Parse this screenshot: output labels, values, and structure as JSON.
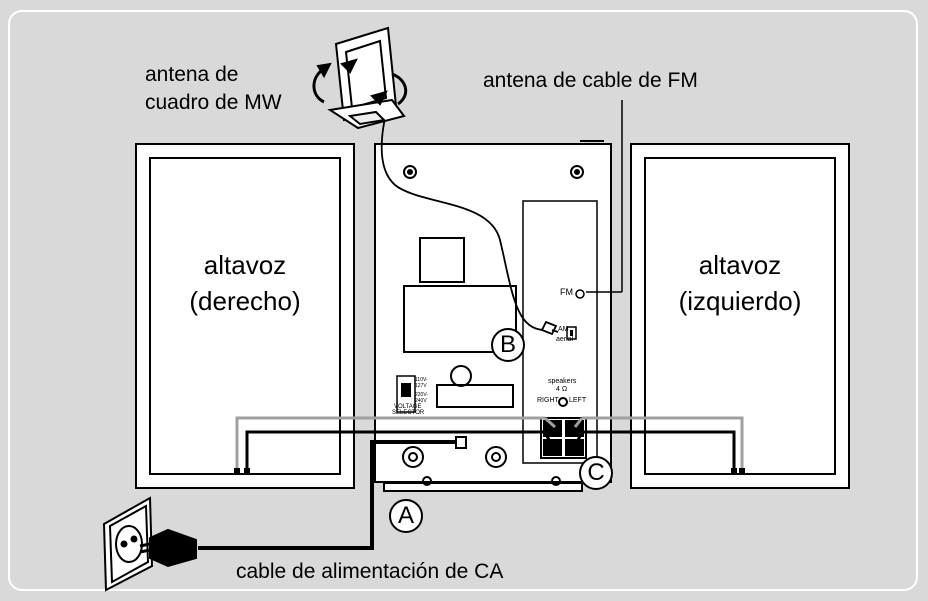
{
  "labels": {
    "mw_antenna_line1": "antena de",
    "mw_antenna_line2": "cuadro de MW",
    "fm_antenna": "antena de cable de FM",
    "power_cable": "cable de alimentación de CA"
  },
  "speakers": {
    "right_line1": "altavoz",
    "right_line2": "(derecho)",
    "left_line1": "altavoz",
    "left_line2": "(izquierdo)"
  },
  "callouts": {
    "a": "A",
    "b": "B",
    "c": "C"
  },
  "unit_panel": {
    "fm": "FM",
    "am_line1": "AM",
    "am_line2": "aerial",
    "speakers_line1": "speakers",
    "speakers_line2": "4 Ω",
    "right": "RIGHT",
    "left": "LEFT",
    "voltage_line1": "VOLTAGE",
    "voltage_line2": "SELECTOR",
    "volt_opt1": "110V-",
    "volt_opt2": "127V",
    "volt_opt3": "220V-",
    "volt_opt4": "240V"
  },
  "colors": {
    "background": "#d9d9d9",
    "frame": "#ffffff",
    "line": "#000000",
    "speaker_wire": "#a0a0a0"
  }
}
